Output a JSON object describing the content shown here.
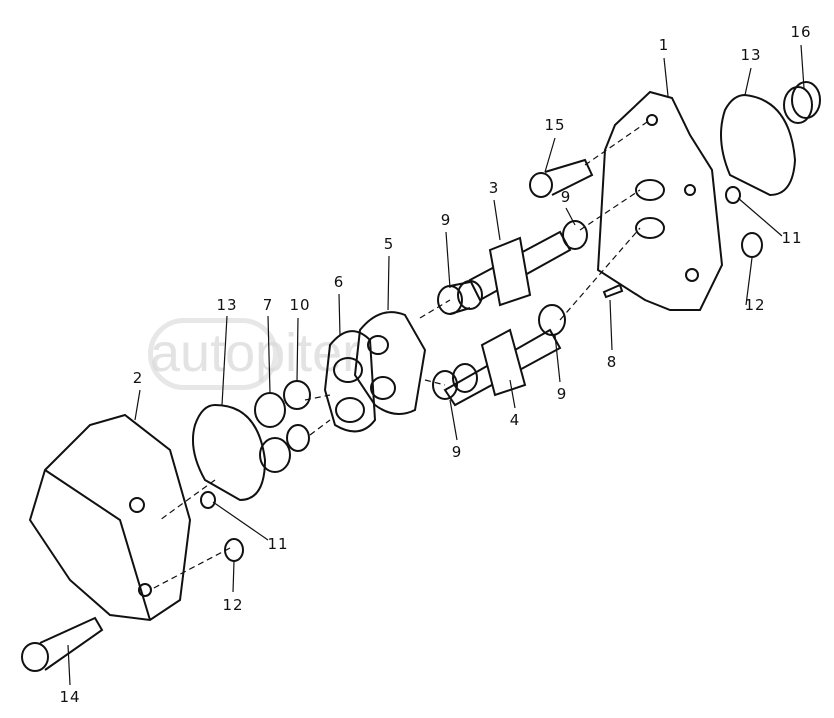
{
  "watermark": {
    "text": "autopiter.ru",
    "logo": "a"
  },
  "callouts": [
    {
      "id": "16",
      "text": "16"
    },
    {
      "id": "13a",
      "text": "13"
    },
    {
      "id": "1",
      "text": "1"
    },
    {
      "id": "15",
      "text": "15"
    },
    {
      "id": "3",
      "text": "3"
    },
    {
      "id": "9a",
      "text": "9"
    },
    {
      "id": "9b",
      "text": "9"
    },
    {
      "id": "11a",
      "text": "11"
    },
    {
      "id": "5",
      "text": "5"
    },
    {
      "id": "12a",
      "text": "12"
    },
    {
      "id": "6",
      "text": "6"
    },
    {
      "id": "10",
      "text": "10"
    },
    {
      "id": "7",
      "text": "7"
    },
    {
      "id": "13b",
      "text": "13"
    },
    {
      "id": "2",
      "text": "2"
    },
    {
      "id": "8",
      "text": "8"
    },
    {
      "id": "9c",
      "text": "9"
    },
    {
      "id": "4",
      "text": "4"
    },
    {
      "id": "9d",
      "text": "9"
    },
    {
      "id": "11b",
      "text": "11"
    },
    {
      "id": "12b",
      "text": "12"
    },
    {
      "id": "14",
      "text": "14"
    }
  ]
}
